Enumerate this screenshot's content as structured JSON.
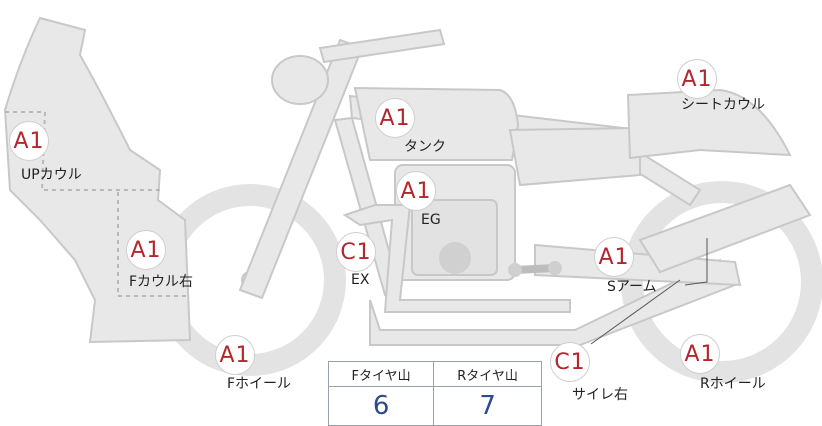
{
  "parts": [
    {
      "id": "up-cowl",
      "grade": "A1",
      "label": "UPカウル"
    },
    {
      "id": "tank",
      "grade": "A1",
      "label": "タンク"
    },
    {
      "id": "engine",
      "grade": "A1",
      "label": "EG"
    },
    {
      "id": "seat-cowl",
      "grade": "A1",
      "label": "シートカウル"
    },
    {
      "id": "f-cowl-right",
      "grade": "A1",
      "label": "Fカウル右"
    },
    {
      "id": "exhaust",
      "grade": "C1",
      "label": "EX"
    },
    {
      "id": "swingarm",
      "grade": "A1",
      "label": "Sアーム"
    },
    {
      "id": "f-wheel",
      "grade": "A1",
      "label": "Fホイール"
    },
    {
      "id": "silencer-r",
      "grade": "C1",
      "label": "サイレ右"
    },
    {
      "id": "r-wheel",
      "grade": "A1",
      "label": "Rホイール"
    }
  ],
  "tread": {
    "front_label": "Fタイヤ山",
    "rear_label": "Rタイヤ山",
    "front_value": "6",
    "rear_value": "7"
  },
  "colors": {
    "body_fill": "#e8e8e8",
    "body_stroke": "#c8c8c8",
    "grade_text": "#b3262b",
    "value_text": "#2b4b8c"
  }
}
